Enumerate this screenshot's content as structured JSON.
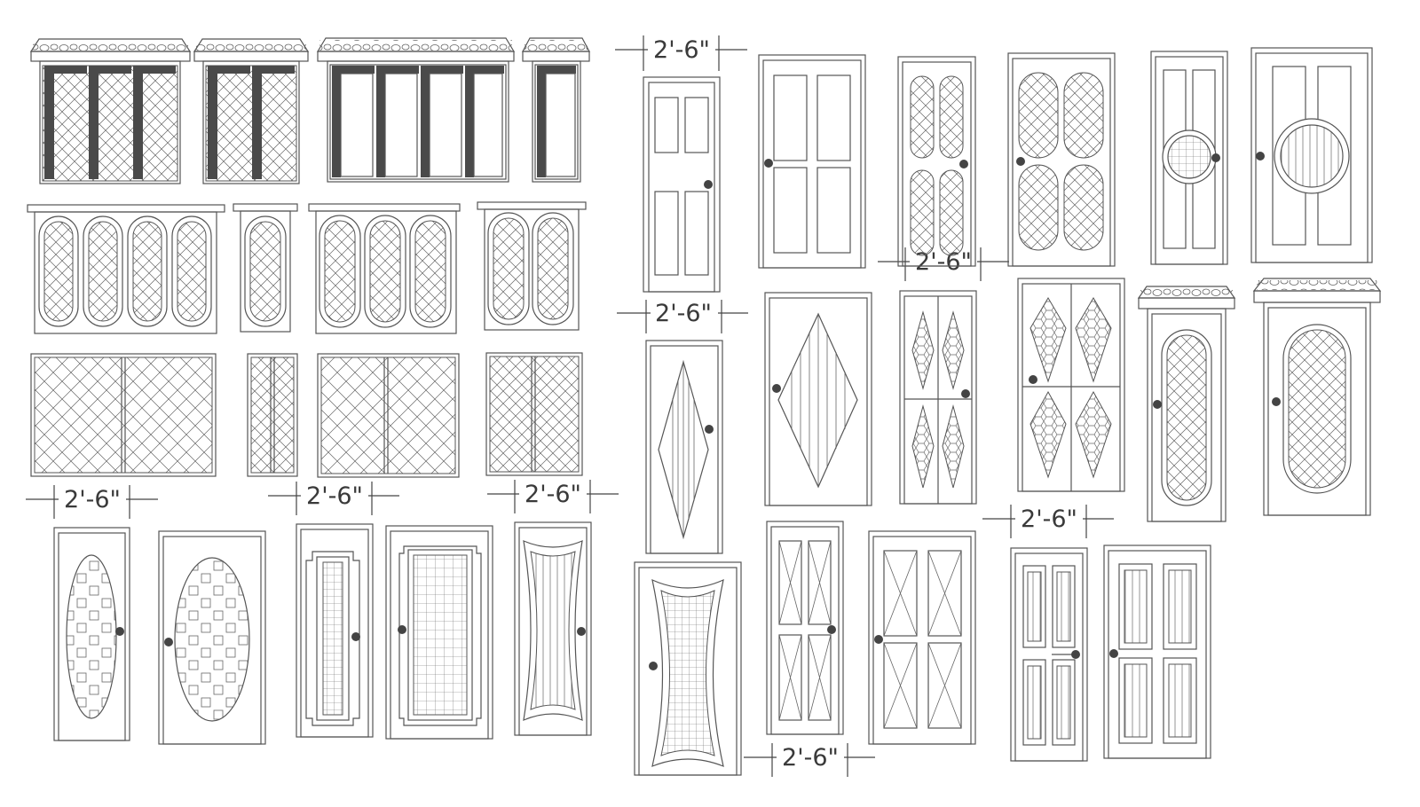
{
  "sheet": {
    "background": "#ffffff",
    "line_color": "#555555",
    "fill_color": "#4a4a4a"
  },
  "dimensions": [
    {
      "id": "dim-top-door-1",
      "text": "2'-6\""
    },
    {
      "id": "dim-mid-door",
      "text": "2'-6\""
    },
    {
      "id": "dim-window-left",
      "text": "2'-6\""
    },
    {
      "id": "dim-window-mid",
      "text": "2'-6\""
    },
    {
      "id": "dim-window-right",
      "text": "2'-6\""
    },
    {
      "id": "dim-top-right",
      "text": "2'-6\""
    },
    {
      "id": "dim-right-lower",
      "text": "2'-6\""
    },
    {
      "id": "dim-bottom",
      "text": "2'-6\""
    }
  ],
  "icons": {
    "windows": "window-elevation-icon",
    "doors": "door-elevation-icon",
    "handle": "door-knob-icon"
  }
}
